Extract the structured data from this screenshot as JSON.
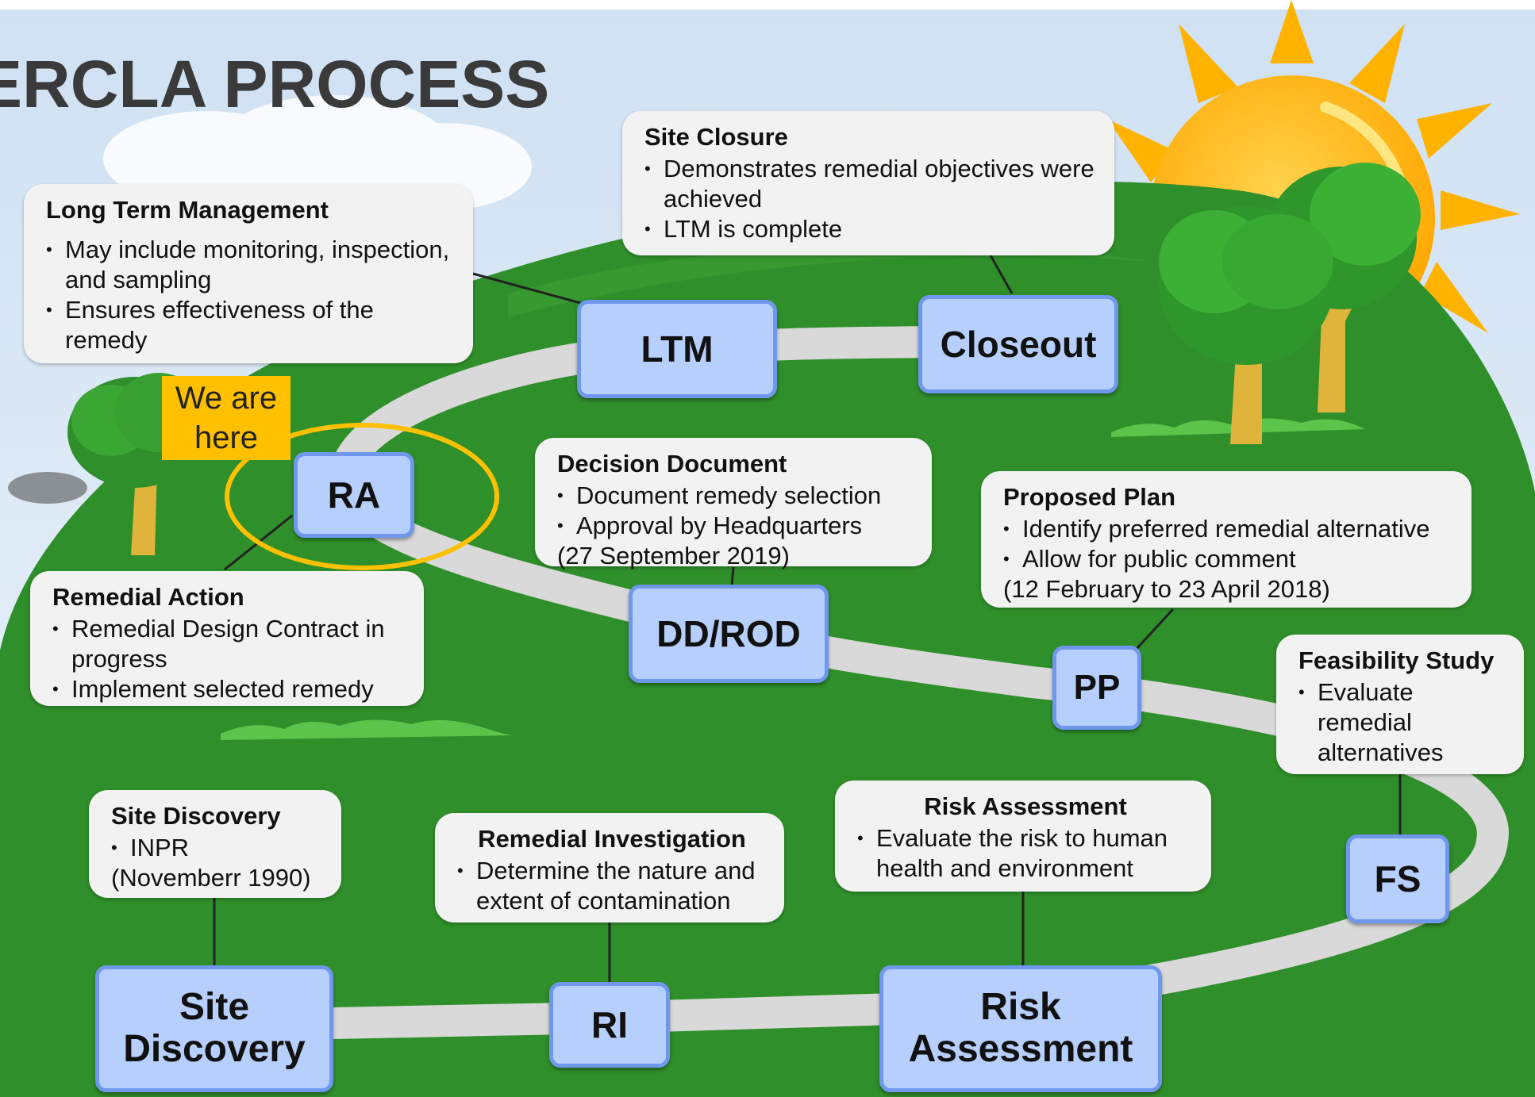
{
  "title": "ERCLA PROCESS",
  "colors": {
    "sky": "#dde9f5",
    "hill": "#2f8f2a",
    "road": "#d9d9d9",
    "node_fill": "#b7cffc",
    "node_border": "#6f98ec",
    "callout_fill": "#f2f2f2",
    "highlight": "#ffc000",
    "sun": "#ffb300"
  },
  "stages": [
    {
      "id": "site-discovery",
      "label": "Site Discovery"
    },
    {
      "id": "ri",
      "label": "RI"
    },
    {
      "id": "risk-assessment",
      "label": "Risk Assessment"
    },
    {
      "id": "fs",
      "label": "FS"
    },
    {
      "id": "pp",
      "label": "PP"
    },
    {
      "id": "dd-rod",
      "label": "DD/ROD"
    },
    {
      "id": "ra",
      "label": "RA"
    },
    {
      "id": "ltm",
      "label": "LTM"
    },
    {
      "id": "closeout",
      "label": "Closeout"
    }
  ],
  "current_marker": {
    "label": "We are here",
    "stage": "RA"
  },
  "callouts": {
    "site_discovery": {
      "title": "Site Discovery",
      "bullets": [
        "INPR"
      ],
      "note": "(Novemberr 1990)"
    },
    "remedial_investigation": {
      "title": "Remedial Investigation",
      "bullets": [
        "Determine the nature and extent of contamination"
      ]
    },
    "risk_assessment": {
      "title": "Risk Assessment",
      "bullets": [
        "Evaluate the risk to human health and environment"
      ]
    },
    "feasibility_study": {
      "title": "Feasibility Study",
      "bullets": [
        "Evaluate remedial alternatives"
      ]
    },
    "proposed_plan": {
      "title": "Proposed Plan",
      "bullets": [
        "Identify preferred remedial alternative",
        "Allow for public comment"
      ],
      "note": "(12 February to 23 April 2018)"
    },
    "decision_document": {
      "title": "Decision Document",
      "bullets": [
        "Document remedy selection",
        "Approval by Headquarters"
      ],
      "note": "(27 September 2019)"
    },
    "remedial_action": {
      "title": "Remedial Action",
      "bullets": [
        "Remedial Design Contract in progress",
        "Implement selected remedy"
      ]
    },
    "long_term_management": {
      "title": "Long Term Management",
      "bullets": [
        "May include monitoring, inspection, and sampling",
        "Ensures effectiveness of the remedy"
      ]
    },
    "site_closure": {
      "title": "Site Closure",
      "bullets": [
        "Demonstrates remedial objectives were achieved",
        "LTM is complete"
      ]
    }
  }
}
